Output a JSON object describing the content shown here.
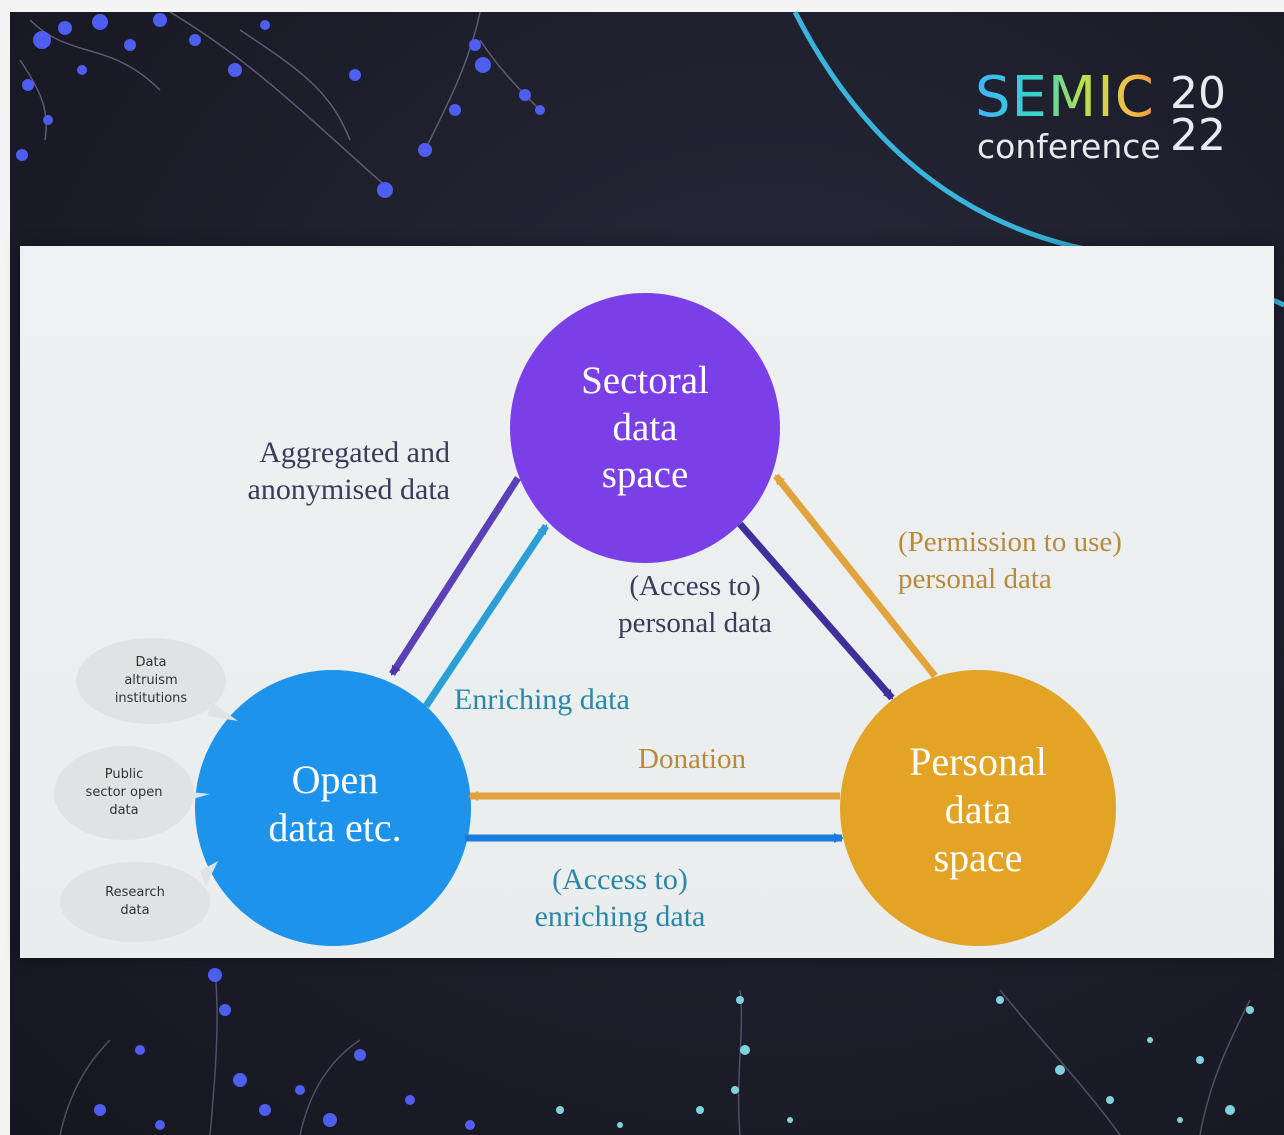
{
  "logo": {
    "name": "SEMIC",
    "word": "conference",
    "year_top": "20",
    "year_bottom": "22"
  },
  "diagram": {
    "nodes": {
      "sectoral": {
        "lines": [
          "Sectoral",
          "data",
          "space"
        ],
        "color": "#7a3fe6"
      },
      "personal": {
        "lines": [
          "Personal",
          "data",
          "space"
        ],
        "color": "#e3a324"
      },
      "open": {
        "lines": [
          "Open",
          "data etc."
        ],
        "color": "#1e93ec"
      }
    },
    "edge_labels": {
      "aggregated": [
        "Aggregated and",
        "anonymised data"
      ],
      "permission": [
        "(Permission to use)",
        "personal data"
      ],
      "access_personal": [
        "(Access to)",
        "personal data"
      ],
      "enriching": "Enriching data",
      "donation": "Donation",
      "access_enriching": [
        "(Access to)",
        "enriching data"
      ]
    },
    "sources": [
      {
        "lines": [
          "Data",
          "altruism",
          "institutions"
        ]
      },
      {
        "lines": [
          "Public",
          "sector open",
          "data"
        ]
      },
      {
        "lines": [
          "Research",
          "data"
        ]
      }
    ],
    "colors": {
      "purple_arrow": "#5b3fb6",
      "teal_arrow": "#2a9fd6",
      "blue_arrow": "#1c7be0",
      "orange_arrow": "#e2a33c",
      "purple_text": "#3d3a5c",
      "teal_text": "#2b87a8",
      "orange_text": "#b78a3c",
      "dark_text": "#3f3f55"
    }
  }
}
